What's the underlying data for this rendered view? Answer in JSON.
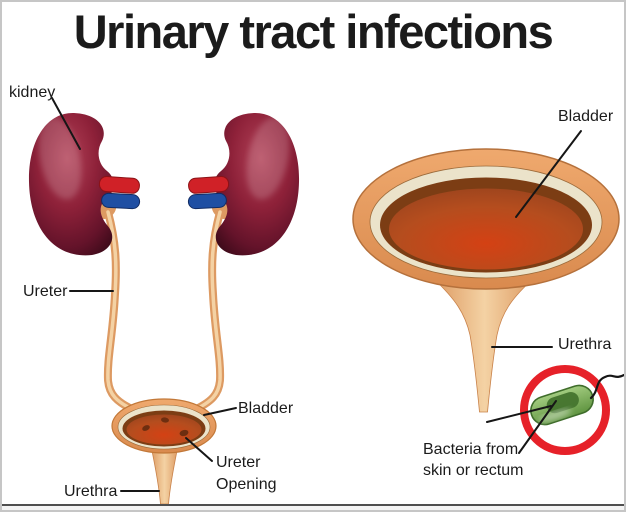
{
  "title": "Urinary tract infections",
  "left_diagram": {
    "name": "urinary-system-overview",
    "labels": {
      "kidney": "kidney",
      "ureter": "Ureter",
      "bladder": "Bladder",
      "ureter_opening_line1": "Ureter",
      "ureter_opening_line2": "Opening",
      "urethra": "Urethra"
    }
  },
  "right_diagram": {
    "name": "bladder-closeup",
    "labels": {
      "bladder": "Bladder",
      "urethra": "Urethra",
      "bacteria_line1": "Bacteria from",
      "bacteria_line2": "skin or rectum"
    }
  },
  "colors": {
    "text": "#1b1b1b",
    "pointer_line": "#161616",
    "kidney_light": "#b24258",
    "kidney_mid": "#8e2139",
    "kidney_deep": "#64132a",
    "kidney_dark": "#400b1b",
    "artery_red": "#d02127",
    "vein_blue": "#1f4fa3",
    "ureter_tan": "#dd9a62",
    "ureter_light": "#f4d2a4",
    "bladder_wall_light": "#efa96e",
    "bladder_wall": "#d98a4e",
    "bladder_lining": "#ebe3ca",
    "bladder_interior": "#7c3d14",
    "ureter_opening_dot": "#6e2e10",
    "urine_bright": "#d44114",
    "urine": "#b54d1e",
    "urine_dark": "#99431d",
    "bacteria_light": "#a3cc80",
    "bacteria_green": "#5f9440",
    "bacteria_dark": "#45742e",
    "alert_red": "#e62129",
    "frame_border": "#c6c6c6",
    "baseline": "#4f4f4f"
  }
}
